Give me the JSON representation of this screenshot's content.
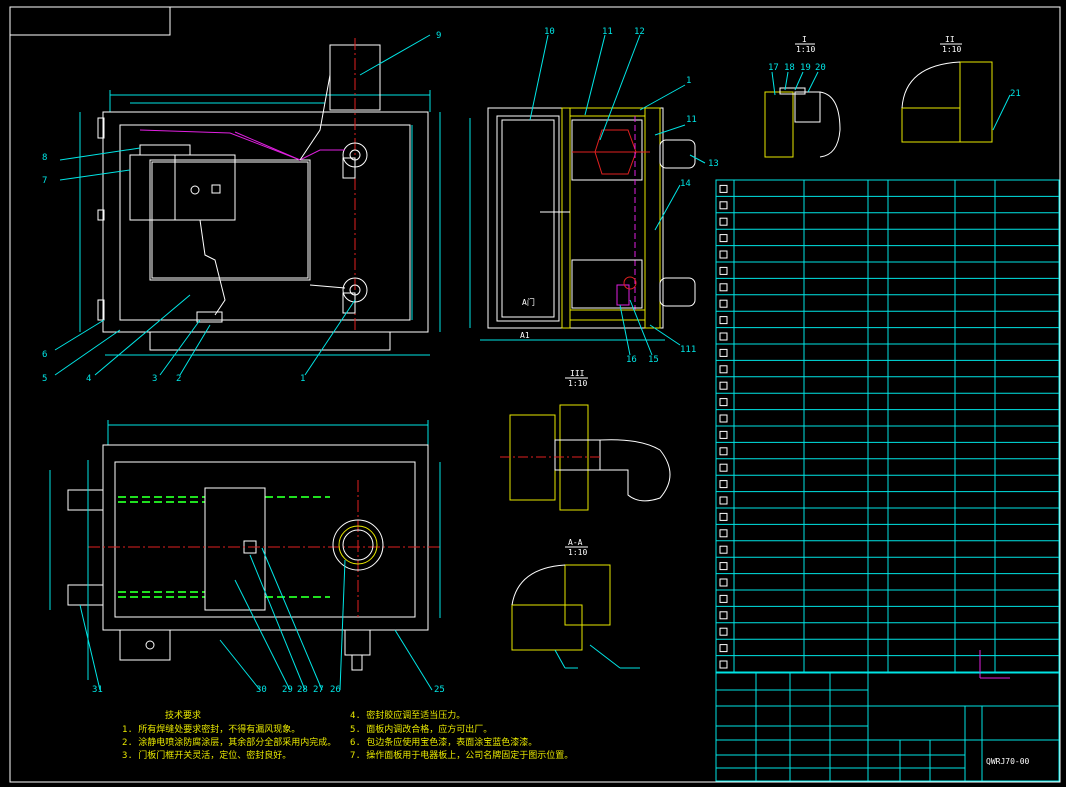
{
  "drawing": {
    "main_view_labels": [
      "1",
      "2",
      "3",
      "4",
      "5",
      "6",
      "7",
      "8",
      "9"
    ],
    "side_view_labels": [
      "10",
      "11",
      "12",
      "1",
      "11",
      "13",
      "14",
      "111",
      "15",
      "16"
    ],
    "plan_view_labels": [
      "31",
      "30",
      "29",
      "28",
      "27",
      "26",
      "25"
    ],
    "side_inner_a": "A门",
    "side_inner_b": "A1",
    "detail_1": {
      "num": "I",
      "scale": "1:10"
    },
    "detail_1_labels": [
      "17",
      "18",
      "19",
      "20"
    ],
    "detail_2": {
      "num": "II",
      "scale": "1:10"
    },
    "detail_2_label": "21",
    "detail_3": {
      "num": "III",
      "scale": "1:10"
    },
    "detail_4": {
      "section": "A-A",
      "scale": "1:10"
    }
  },
  "notes": {
    "heading": "技术要求",
    "left": [
      "1. 所有焊缝处要求密封，不得有漏风现象。",
      "2. 涂静电喷涂防腐涂层，其余部分全部采用内完成。",
      "3. 门板门框开关灵活，定位、密封良好。"
    ],
    "right": [
      "4. 密封胶应调至适当压力。",
      "5. 面板内调改合格，应方可出厂。",
      "6. 包边条应使用宝色漆，表面涂宝蓝色漆漆。",
      "7. 操作面板用于电器板上，公司名牌固定于图示位置。"
    ]
  },
  "title_block": {
    "drawing_no": "QWRJ70-00"
  },
  "colors": {
    "background": "#000000",
    "frame": "#ffffff",
    "leader": "#00e5e5",
    "notes": "#e8e800",
    "centerline": "#e02020",
    "hidden": "#20e020",
    "electric": "#e020e0"
  }
}
